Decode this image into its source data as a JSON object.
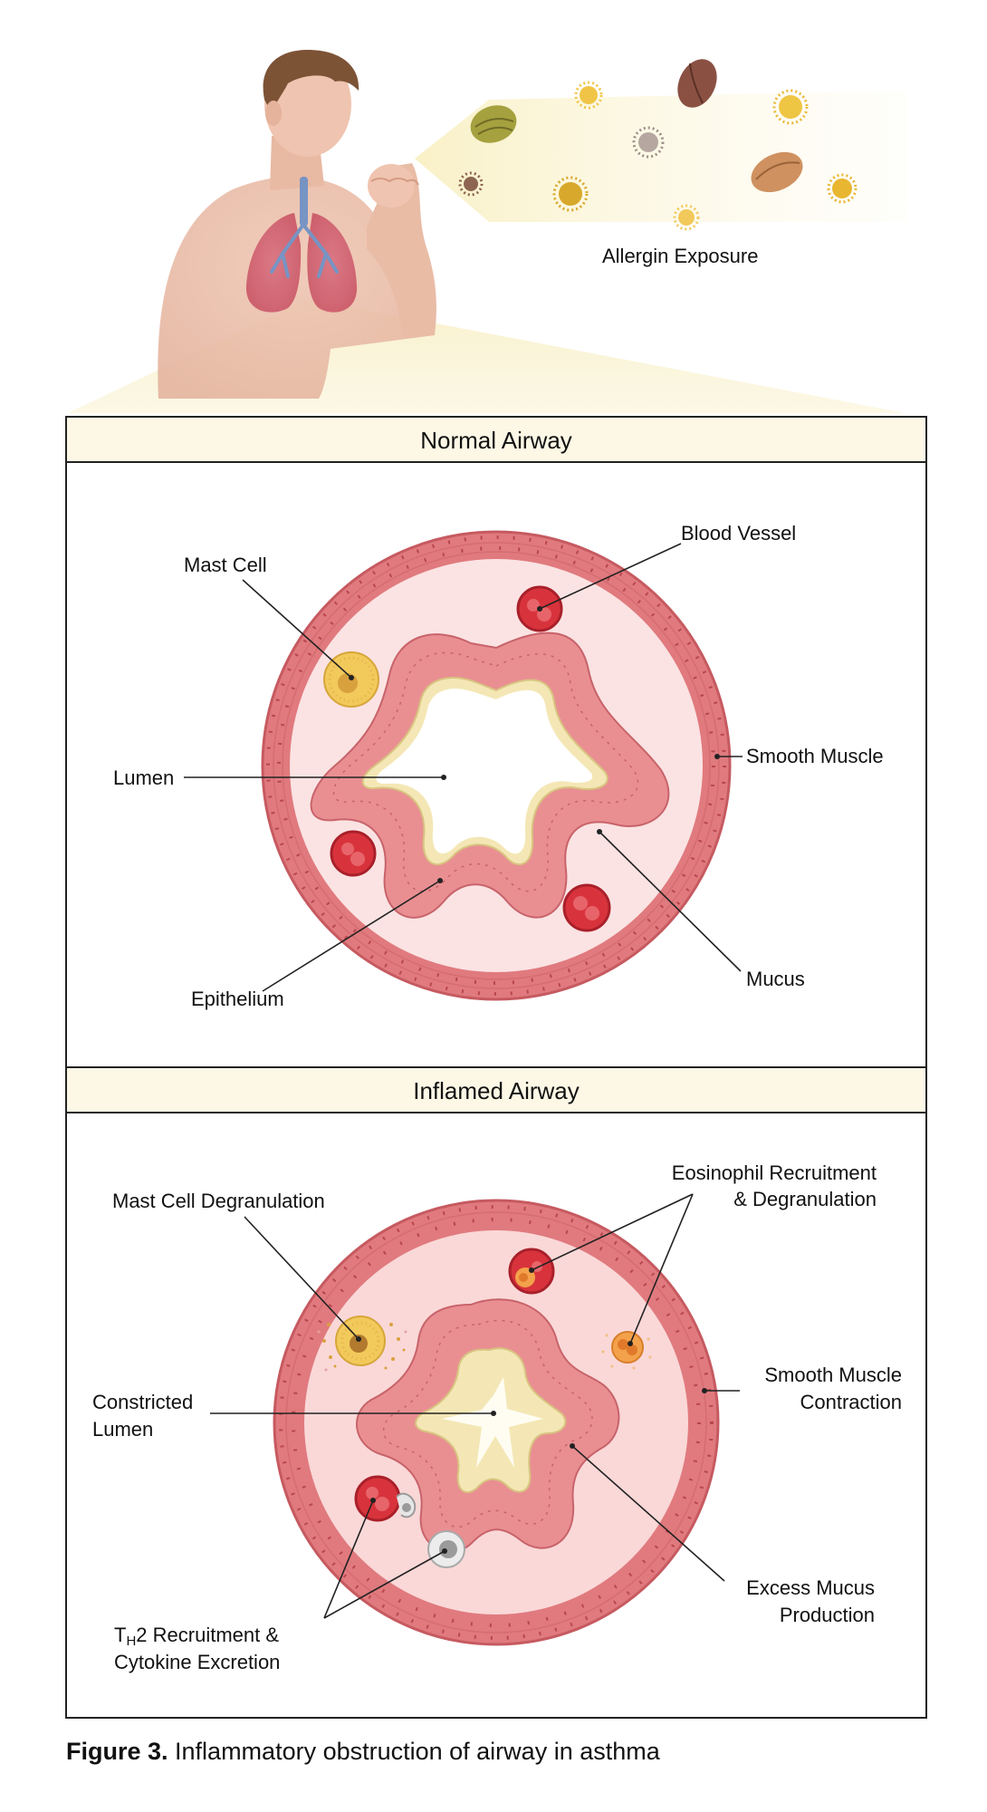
{
  "allergen": {
    "label": "Allergin Exposure"
  },
  "normal": {
    "title": "Normal Airway",
    "labels": {
      "mast_cell": "Mast Cell",
      "blood_vessel": "Blood Vessel",
      "lumen": "Lumen",
      "smooth_muscle": "Smooth Muscle",
      "epithelium": "Epithelium",
      "mucus": "Mucus"
    }
  },
  "inflamed": {
    "title": "Inflamed Airway",
    "labels": {
      "mast_degran": "Mast Cell Degranulation",
      "eos_line1": "Eosinophil Recruitment",
      "eos_line2": "& Degranulation",
      "constricted_line1": "Constricted",
      "constricted_line2": "Lumen",
      "smc_line1": "Smooth Muscle",
      "smc_line2": "Contraction",
      "mucus_line1": "Excess Mucus",
      "mucus_line2": "Production",
      "th2_prefix": "T",
      "th2_sub": "H",
      "th2_suffix": "2 Recruitment &",
      "th2_line2": "Cytokine Excretion"
    }
  },
  "caption": {
    "bold": "Figure 3.",
    "text": " Inflammatory obstruction of airway in asthma"
  },
  "colors": {
    "muscle": "#e07a7e",
    "muscle_dark": "#b9474f",
    "lamina": "#fbe3e3",
    "epithelium": "#e98f92",
    "mucus": "#f4e7b5",
    "panel_header": "#fdf8e6",
    "allergen_beam": "#fbf5d4",
    "mast_cell": "#f2c95b",
    "eosinophil": "#f3a14a",
    "blood_cell": "#d8333c"
  }
}
